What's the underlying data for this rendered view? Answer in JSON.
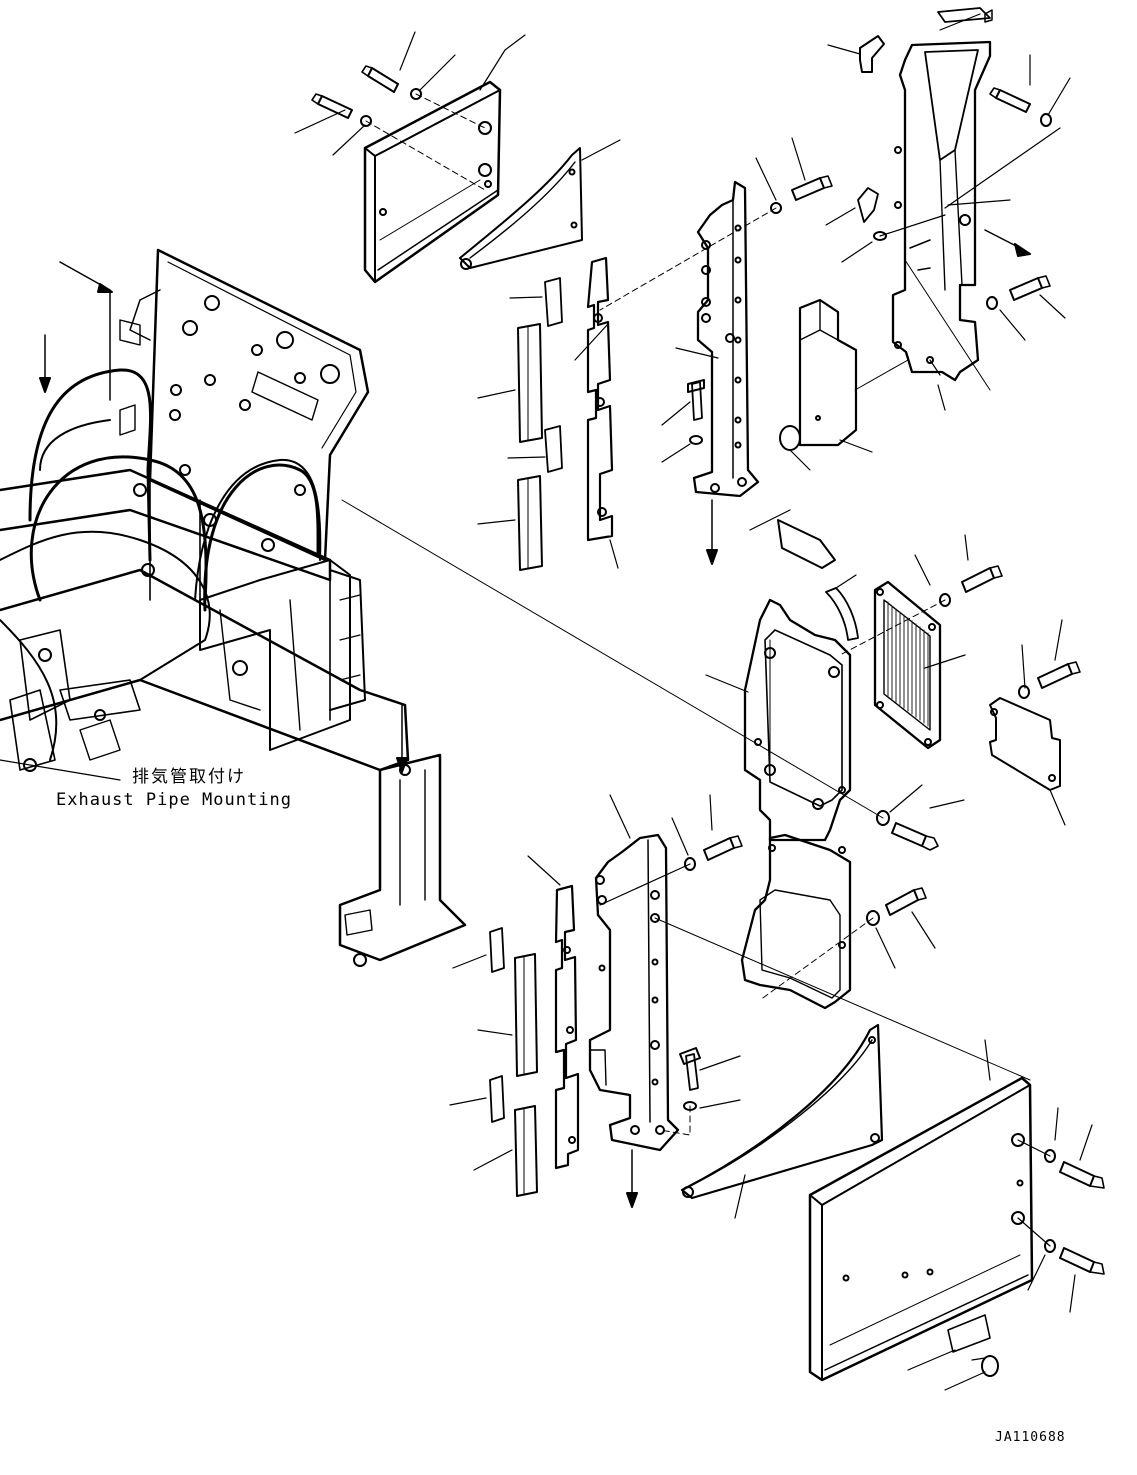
{
  "labels": {
    "japanese": "排気管取付け",
    "english": "Exhaust Pipe Mounting",
    "drawing_number": "JA110688"
  },
  "colors": {
    "ink": "#000000",
    "paper": "#ffffff",
    "hatch": "#222222"
  }
}
